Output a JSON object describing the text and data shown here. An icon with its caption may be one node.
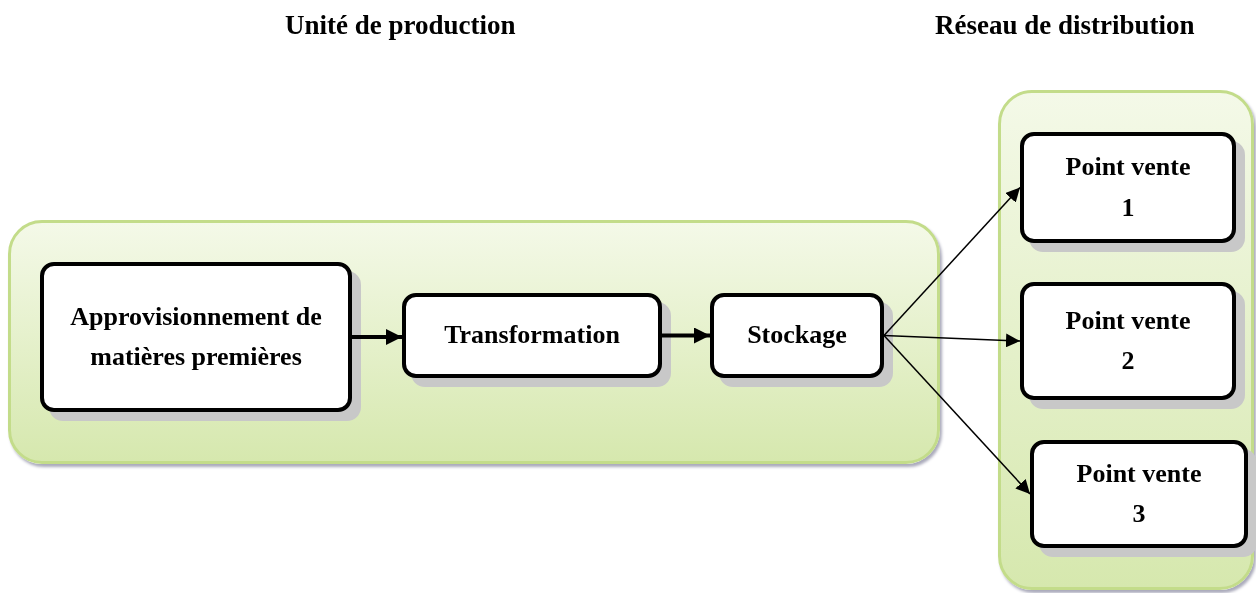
{
  "diagram": {
    "nodes": [
      {
        "text": [],
        "shape": "box"
      },
      {
        "text": [
          "Approvisionnement de matières premières"
        ],
        "in": 0
      },
      {
        "text": [
          "Transformation"
        ],
        "in": 0
      },
      {
        "text": [
          "Stockage"
        ],
        "in": 0
      },
      {
        "text": [],
        "shape": "box"
      },
      {
        "text": [
          "Point vente 1"
        ],
        "in": 4
      },
      {
        "text": [
          "Point vente 2"
        ],
        "in": 4
      },
      {
        "text": [
          "Point vente 3"
        ],
        "in": 4
      }
    ],
    "edges": [
      {
        "from": 1,
        "to": 2,
        "arrow": "to",
        "style": "thick"
      },
      {
        "from": 2,
        "to": 3,
        "arrow": "to",
        "style": "thick"
      },
      {
        "from": 3,
        "to": 5,
        "arrow": "to"
      },
      {
        "from": 3,
        "to": 6,
        "arrow": "to"
      },
      {
        "from": 3,
        "to": 7,
        "arrow": "to"
      }
    ],
    "labels": [
      "Unité de production",
      "Réseau de distribution"
    ]
  }
}
